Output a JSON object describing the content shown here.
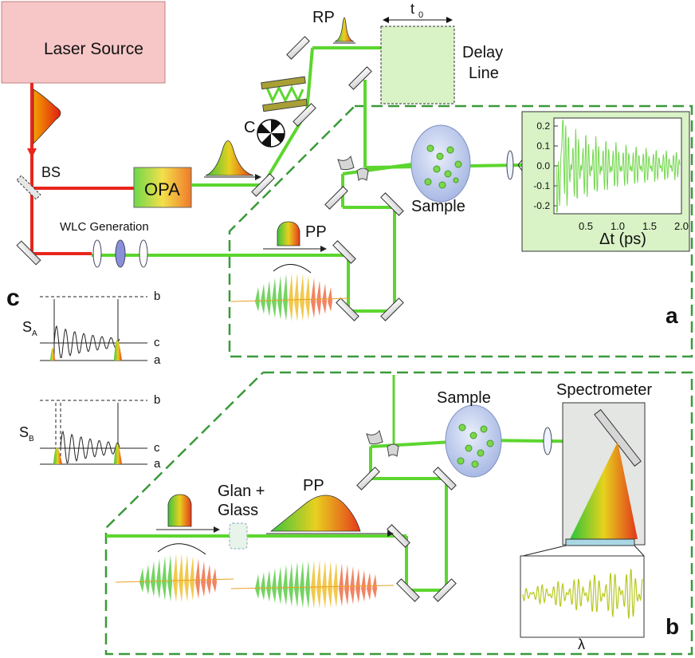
{
  "labels": {
    "laser_source": "Laser Source",
    "bs": "BS",
    "opa": "OPA",
    "c_chopper": "C",
    "rp": "RP",
    "t0": "t",
    "t0_sub": "0",
    "delay_line_1": "Delay",
    "delay_line_2": "Line",
    "sample_a": "Sample",
    "wlc": "WLC Generation",
    "pp_a": "PP",
    "panel_a": "a",
    "panel_b": "b",
    "panel_c": "c",
    "sample_b": "Sample",
    "spectrometer": "Spectrometer",
    "glan_1": "Glan +",
    "glan_2": "Glass",
    "pp_b": "PP",
    "lambda": "λ",
    "s_a": "S",
    "s_a_sub": "A",
    "s_b": "S",
    "s_b_sub": "B",
    "level_b": "b",
    "level_c": "c",
    "level_a": "a"
  },
  "inset_a": {
    "yticks": [
      "0.2",
      "0.1",
      "0.0",
      "-0.1",
      "-0.2"
    ],
    "xticks": [
      "0.5",
      "1.0",
      "1.5",
      "2.0"
    ],
    "xlabel": "Δt (ps)"
  },
  "colors": {
    "laser_beam": "#e8261c",
    "green_beam": "#5cd62e",
    "panel_border": "#3a9a3a",
    "laser_box": "#f7c6c7",
    "inset_bg": "#d9f2c6"
  }
}
